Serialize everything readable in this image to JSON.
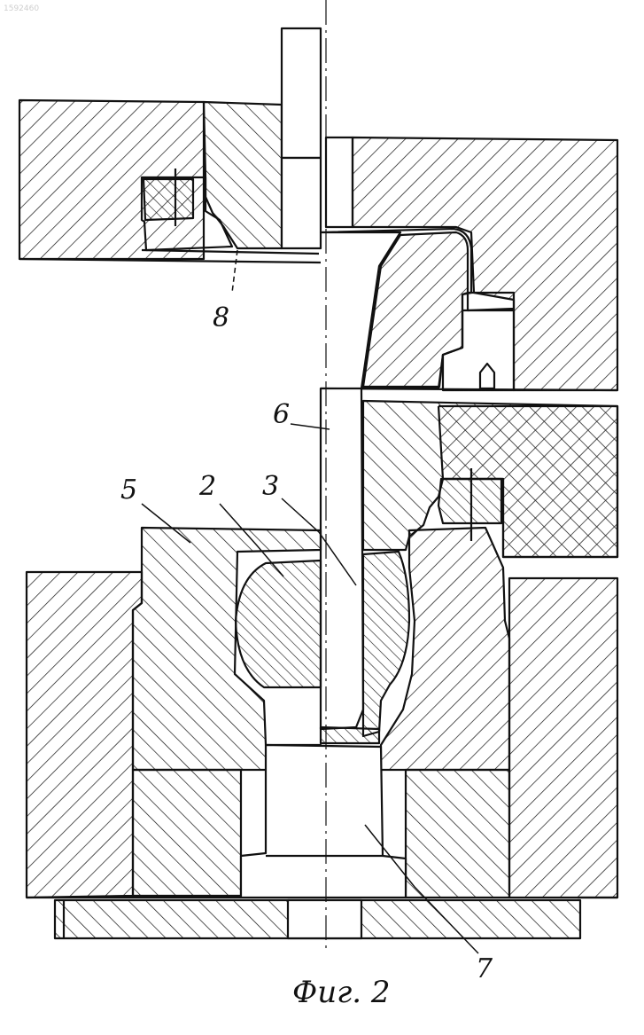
{
  "document_id": "1592460",
  "figure_caption": "Фиг. 2",
  "part_labels": {
    "die_plate_left": "5",
    "workpiece": "2",
    "mandrel": "3",
    "punch_rod": "6",
    "ejector": "7",
    "upper_insert": "8"
  },
  "colors": {
    "ink": "#111111",
    "paper": "#ffffff"
  }
}
